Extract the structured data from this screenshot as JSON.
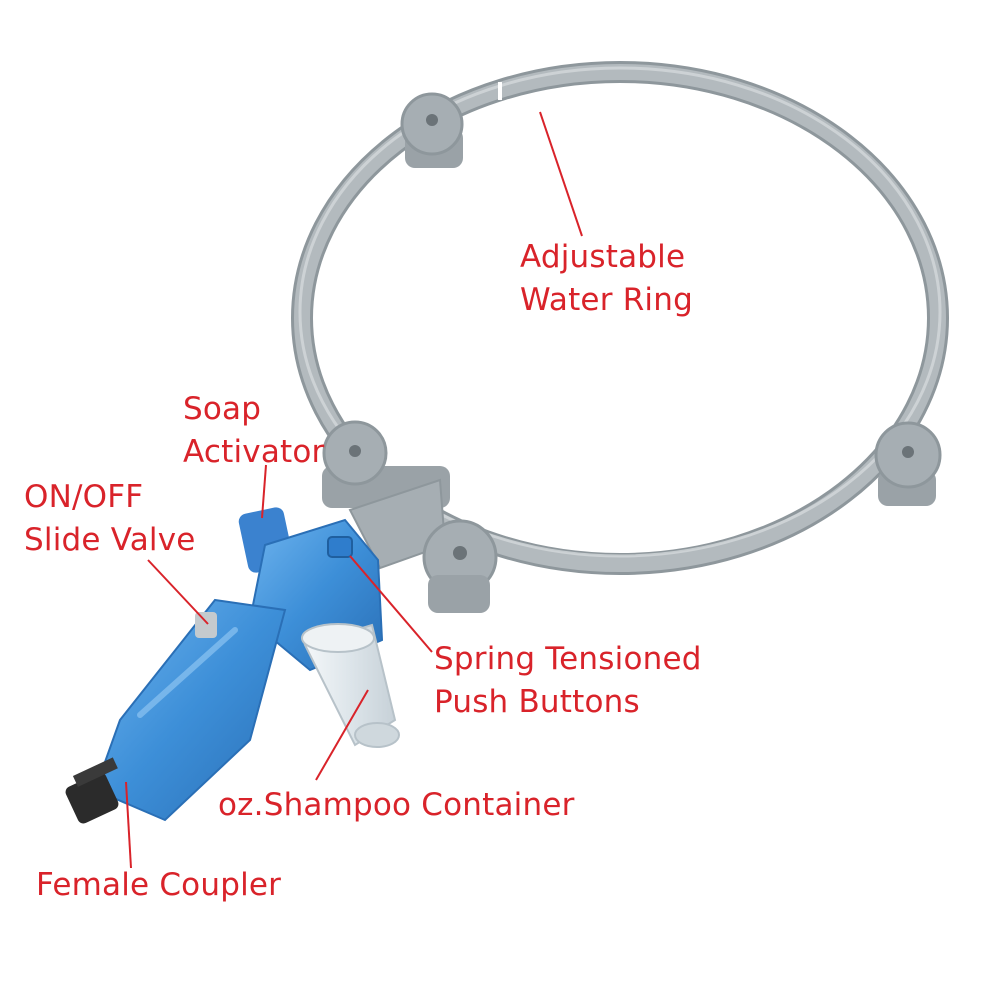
{
  "colors": {
    "label_red": "#d9232a",
    "ring_gray": "#a9b0b4",
    "handle_blue": "#3d8fd8",
    "container_clear": "#dfe6ea"
  },
  "callouts": {
    "water_ring": {
      "line1": "Adjustable",
      "line2": "Water Ring"
    },
    "soap_activator": {
      "line1": "Soap",
      "line2": "Activator"
    },
    "slide_valve": {
      "line1": "ON/OFF",
      "line2": "Slide Valve"
    },
    "push_buttons": {
      "line1": "Spring Tensioned",
      "line2": "Push Buttons"
    },
    "shampoo_container": {
      "line1": "oz.Shampoo Container"
    },
    "female_coupler": {
      "line1": "Female Coupler"
    }
  }
}
